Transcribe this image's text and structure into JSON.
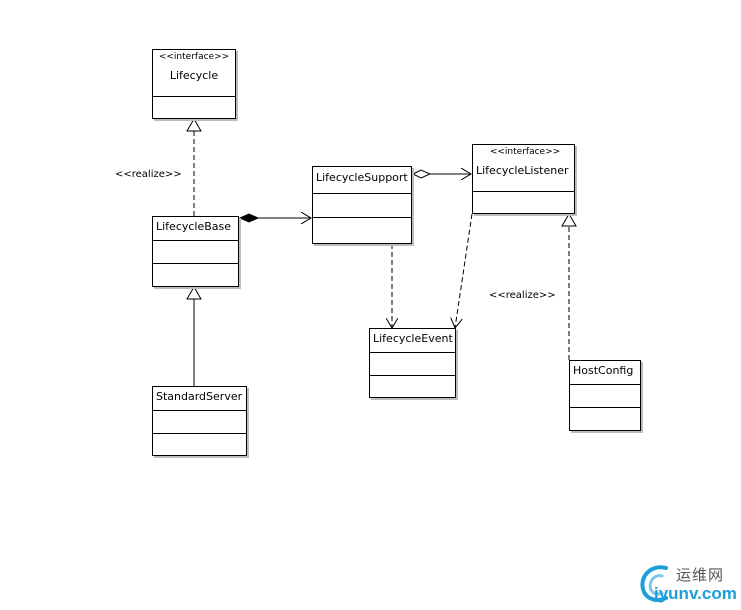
{
  "classes": {
    "lifecycle": {
      "stereotype": "<<interface>>",
      "name": "Lifecycle"
    },
    "lifecycle_base": {
      "name": "LifecycleBase"
    },
    "standard_server": {
      "name": "StandardServer"
    },
    "lifecycle_support": {
      "name": "LifecycleSupport"
    },
    "lifecycle_listener": {
      "stereotype": "<<interface>>",
      "name": "LifecycleListener"
    },
    "lifecycle_event": {
      "name": "LifecycleEvent"
    },
    "host_config": {
      "name": "HostConfig"
    }
  },
  "labels": {
    "realize_left": "<<realize>>",
    "realize_right": "<<realize>>"
  },
  "watermark": {
    "cn_text": "运维网",
    "url_text": "iyunv.com",
    "color": "#1a9fd8"
  }
}
